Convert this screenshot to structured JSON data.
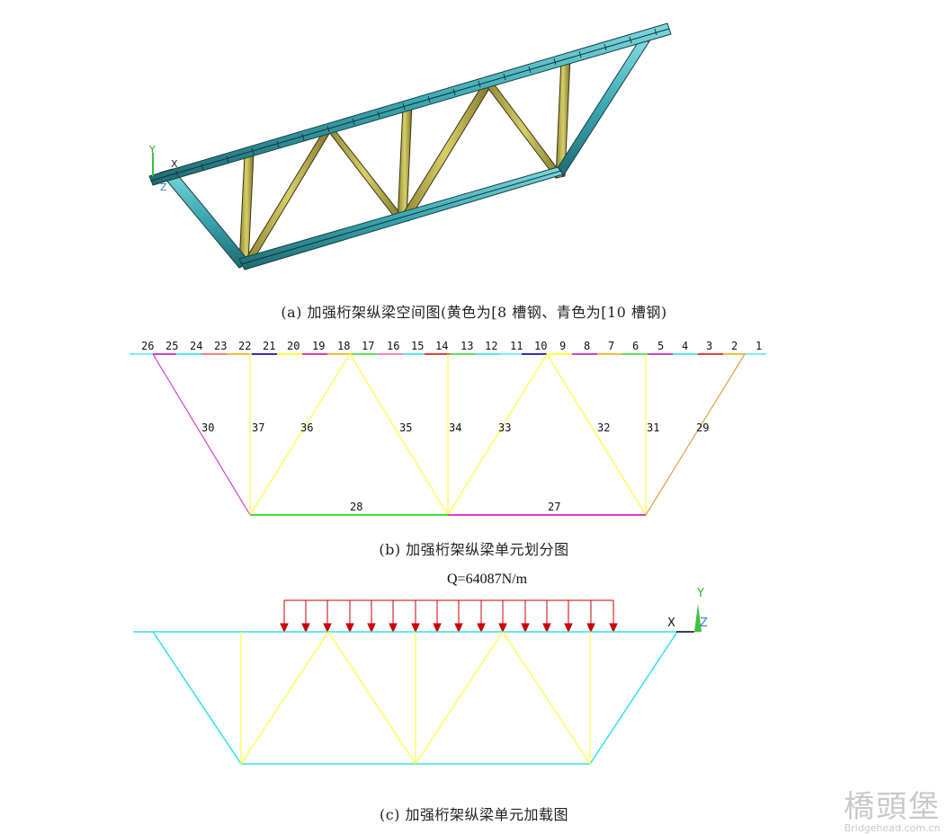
{
  "figure_a": {
    "caption": "(a) 加强桁架纵梁空间图(黄色为[8 槽钢、青色为[10 槽钢)",
    "axis_labels": [
      "Y",
      "X",
      "Z"
    ],
    "colors": {
      "top_chord": "#3fb0b8",
      "bottom_chord": "#3fb0b8",
      "web": "#c8c050",
      "edge": "#1f5a60"
    }
  },
  "figure_b": {
    "caption": "(b) 加强桁架纵梁单元划分图",
    "top_chord_element_labels": [
      "26",
      "25",
      "24",
      "23",
      "22",
      "21",
      "20",
      "19",
      "18",
      "17",
      "16",
      "15",
      "14",
      "13",
      "12",
      "11",
      "10",
      "9",
      "8",
      "7",
      "6",
      "5",
      "4",
      "3",
      "2",
      "1"
    ],
    "web_element_labels": [
      "30",
      "37",
      "36",
      "35",
      "34",
      "33",
      "32",
      "31",
      "29"
    ],
    "bottom_chord_element_labels": [
      "28",
      "27"
    ]
  },
  "figure_c": {
    "caption": "(c) 加强桁架纵梁单元加载图",
    "load_label": "Q=64087N/m",
    "axis_labels": [
      "Y",
      "X",
      "Z"
    ],
    "colors": {
      "chord": "#33e0e8",
      "web": "#ffff40",
      "load": "#cc0000"
    }
  },
  "watermark": {
    "title": "橋頭堡",
    "url": "Bridgehead.com.cn"
  }
}
